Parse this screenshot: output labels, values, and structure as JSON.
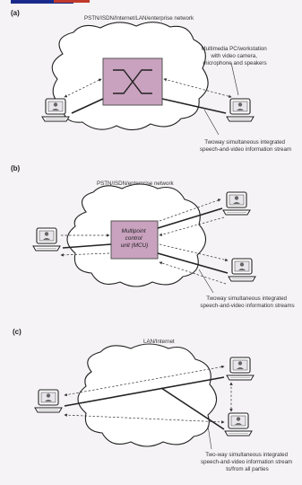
{
  "panels": {
    "a": {
      "letter": "(a)",
      "network": "PSTN/ISDN/Internet/LAN/enterprise network",
      "workstation_lines": [
        "Multimedia PC/workstation",
        "with video camera,",
        "microphone and speakers"
      ],
      "stream_lines": [
        "Twoway simultaneous integrated",
        "speech-and-video information stream"
      ]
    },
    "b": {
      "letter": "(b)",
      "network": "PSTN/ISDN/enterprise network",
      "mcu_lines": [
        "Multipoint",
        "control",
        "unit (MCU)"
      ],
      "stream_lines": [
        "Twoway simultaneous integrated",
        "speech-and-video information streams"
      ]
    },
    "c": {
      "letter": "(c)",
      "network": "LAN/Internet",
      "stream_lines": [
        "Two-way simultaneous integrated",
        "speech-and-video information stream",
        "to/from all parties"
      ]
    }
  },
  "colors": {
    "switch_fill": "#c9a2bf",
    "top_bar": "#1a2a8c",
    "top_accent": "#c0392b"
  }
}
